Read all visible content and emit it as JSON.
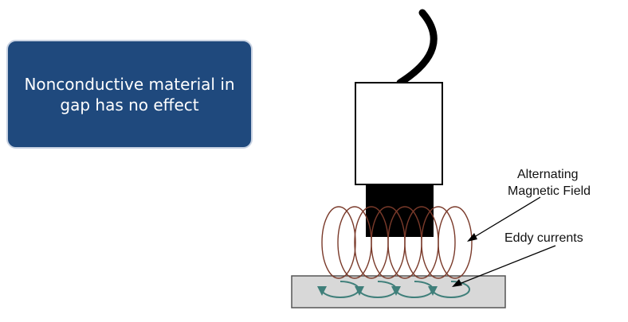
{
  "callout": {
    "text": "Nonconductive material in gap has no effect"
  },
  "labels": {
    "field_line1": "Alternating",
    "field_line2": "Magnetic Field",
    "eddy": "Eddy currents"
  },
  "colors": {
    "callout_bg": "#1f497d",
    "field_coil": "#7a3a2a",
    "eddy_current": "#3f7f7a",
    "target": "#d8d8d8",
    "probe_tip": "#000000"
  }
}
